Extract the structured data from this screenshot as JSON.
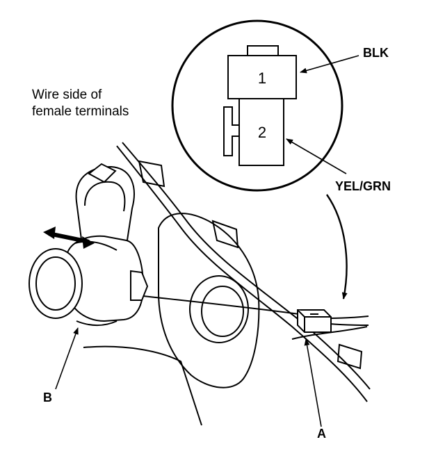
{
  "diagram": {
    "note_line1": "Wire side of",
    "note_line2": "female terminals",
    "connector": {
      "terminal_1": "1",
      "terminal_2": "2"
    },
    "wire_labels": {
      "terminal_1_wire": "BLK",
      "terminal_2_wire": "YEL/GRN"
    },
    "callouts": {
      "a": "A",
      "b": "B"
    }
  }
}
